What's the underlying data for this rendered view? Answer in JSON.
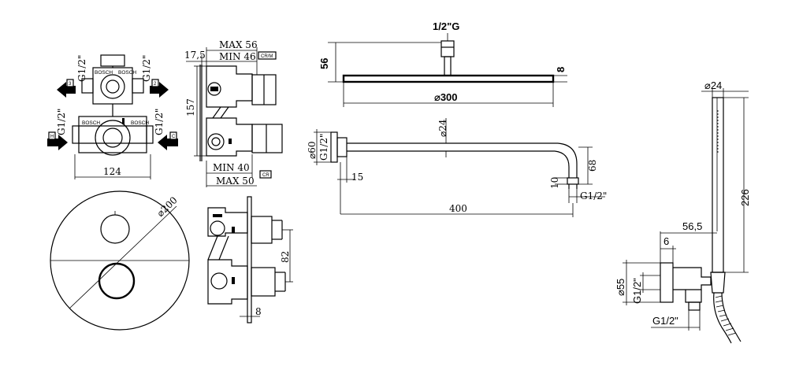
{
  "valve": {
    "thread_left_top": "G1/2\"",
    "thread_right_top": "G1/2\"",
    "thread_left_bottom": "G1/2\"",
    "thread_right_bottom": "G1/2\"",
    "arrow_3": "3",
    "arrow_2": "2",
    "arrow_h": "H",
    "arrow_c": "C",
    "width_124": "124",
    "brand_marks": [
      "BOSCH",
      "BOSCH",
      "BOSCH",
      "BOSCH"
    ]
  },
  "valve_side": {
    "dim_17_5": "17,5",
    "max_56": "MAX 56",
    "min_46": "MIN 46",
    "tag_crm": "CR/M",
    "dim_157": "157",
    "min_40": "MIN 40",
    "max_50": "MAX 50",
    "tag_cr": "CR"
  },
  "plate": {
    "dia_200": "⌀200"
  },
  "plate_side": {
    "dim_82": "82",
    "dim_8": "8"
  },
  "shower_head": {
    "thread": "1/2\"G",
    "height_56": "56",
    "thickness_8": "8",
    "dia_300": "⌀300"
  },
  "arm": {
    "dia_60": "⌀60",
    "thread_left": "G1/2\"",
    "dia_24": "⌀24",
    "dim_15": "15",
    "dim_68": "68",
    "dim_10": "10",
    "thread_right": "G1/2\"",
    "length_400": "400"
  },
  "hand_shower": {
    "dia_24": "⌀24",
    "length_226": "226",
    "dim_56_5": "56,5",
    "dim_6": "6",
    "dia_55": "⌀55",
    "thread_inlet": "G1/2\"",
    "thread_outlet": "G1/2\""
  }
}
